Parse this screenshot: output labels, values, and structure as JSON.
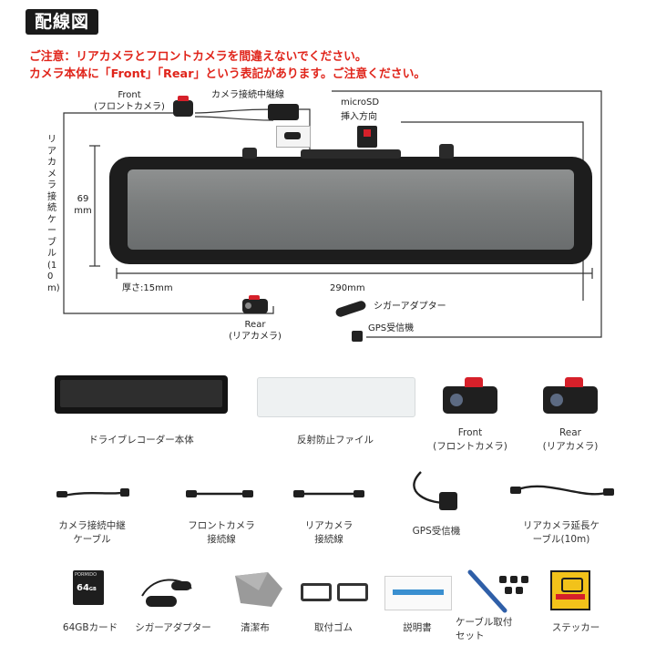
{
  "header": {
    "title": "配線図",
    "notice_line1": "ご注意：リアカメラとフロントカメラを間違えないでください。",
    "notice_line2": "カメラ本体に「Front」「Rear」という表記があります。ご注意ください。"
  },
  "diagram": {
    "front_label_en": "Front",
    "front_label_jp": "(フロントカメラ)",
    "relay_label": "カメラ接続中継線",
    "microsd_label": "microSD",
    "insert_label": "挿入方向",
    "rear_cable_label": "リアカメラ接続ケーブル(10m)",
    "height_value": "69",
    "height_unit": "mm",
    "thickness_label": "厚さ:15mm",
    "width_label": "290mm",
    "cigar_label": "シガーアダプター",
    "gps_label": "GPS受信機",
    "rear_label_en": "Rear",
    "rear_label_jp": "(リアカメラ)"
  },
  "accessories_row1": [
    {
      "label": "ドライブレコーダー本体"
    },
    {
      "label": "反射防止ファイル"
    },
    {
      "line1": "Front",
      "line2": "(フロントカメラ)"
    },
    {
      "line1": "Rear",
      "line2": "(リアカメラ)"
    }
  ],
  "accessories_row2": [
    {
      "line1": "カメラ接続中継",
      "line2": "ケーブル"
    },
    {
      "line1": "フロントカメラ",
      "line2": "接続線"
    },
    {
      "line1": "リアカメラ",
      "line2": "接続線"
    },
    {
      "line1": "GPS受信機",
      "line2": ""
    },
    {
      "line1": "リアカメラ延長ケ",
      "line2": "ーブル(10m)"
    }
  ],
  "accessories_row3": [
    {
      "line1": "64GBカード",
      "line2": ""
    },
    {
      "line1": "シガーアダプター",
      "line2": ""
    },
    {
      "line1": "清潔布",
      "line2": ""
    },
    {
      "line1": "取付ゴム",
      "line2": ""
    },
    {
      "line1": "説明書",
      "line2": ""
    },
    {
      "line1": "ケーブル取付",
      "line2": "セット"
    },
    {
      "line1": "ステッカー",
      "line2": ""
    }
  ],
  "sdcard": {
    "brand": "PORMIDO",
    "capacity": "64",
    "unit": "GB"
  },
  "colors": {
    "accent_red": "#e0241a",
    "sticker_yellow": "#f2c21a",
    "camera_red": "#d6202a"
  }
}
